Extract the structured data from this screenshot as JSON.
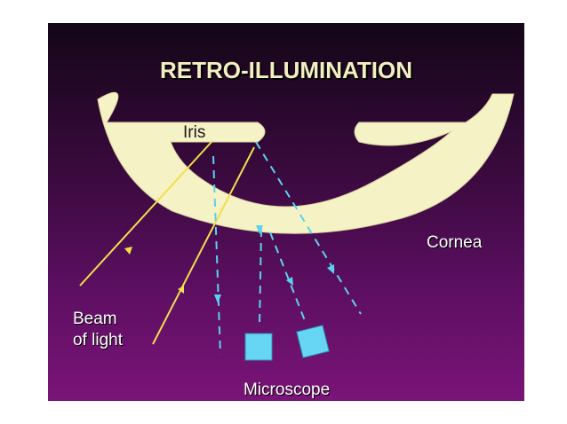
{
  "title": "RETRO-ILLUMINATION",
  "labels": {
    "iris": "Iris",
    "cornea": "Cornea",
    "beam_line1": "Beam",
    "beam_line2": "of light",
    "microscope": "Microscope"
  },
  "colors": {
    "background_top": "#140617",
    "background_bottom": "#7a1478",
    "cornea_fill": "#f5f2c6",
    "title": "#f1efc1",
    "light_beam": "#f2df4a",
    "reflected_ray": "#5ad2ef",
    "microscope": "#66d6f4",
    "label_text": "#ffffff"
  }
}
